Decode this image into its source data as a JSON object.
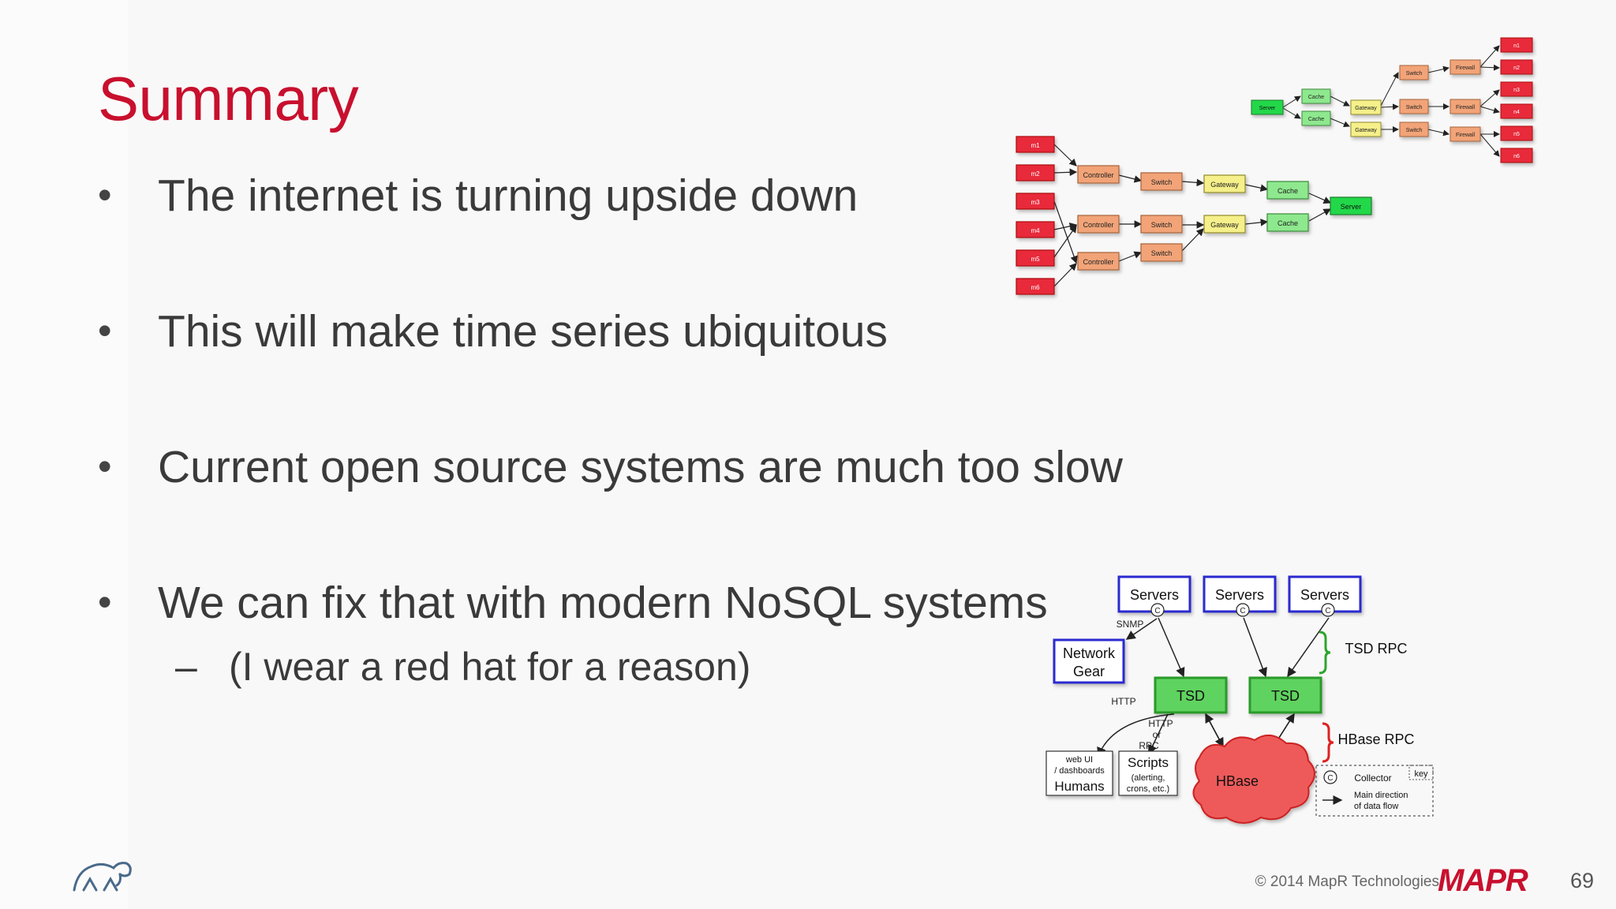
{
  "title": "Summary",
  "bullets": [
    "The internet is turning upside down",
    "This will make time series ubiquitous",
    "Current open source systems are much too slow",
    "We can fix that with modern NoSQL systems"
  ],
  "sub_bullet": "(I wear a red hat for a reason)",
  "bullet_char": "•",
  "dash_char": "–",
  "footer": {
    "copyright": "© 2014 MapR Technologies",
    "logo_text": "MAPR",
    "page_number": "69"
  },
  "network_diagram": {
    "left_tree": {
      "leaves": [
        "m1",
        "m2",
        "m3",
        "m4",
        "m5",
        "m6"
      ],
      "controllers": [
        "Controller",
        "Controller",
        "Controller"
      ],
      "switches": [
        "Switch",
        "Switch",
        "Switch"
      ],
      "gateways": [
        "Gateway",
        "Gateway"
      ],
      "caches": [
        "Cache",
        "Cache"
      ],
      "server": "Server"
    },
    "right_tree": {
      "server": "Server",
      "caches": [
        "Cache",
        "Cache"
      ],
      "gateways": [
        "Gateway",
        "Gateway"
      ],
      "switches": [
        "Switch",
        "Switch",
        "Switch"
      ],
      "firewalls": [
        "Firewall",
        "Firewall",
        "Firewall"
      ],
      "leaves": [
        "n1",
        "n2",
        "n3",
        "n4",
        "n5",
        "n6"
      ]
    }
  },
  "tsdb_diagram": {
    "servers": [
      "Servers",
      "Servers",
      "Servers"
    ],
    "collector_mark": "C",
    "snmp": "SNMP",
    "network_gear": [
      "Network",
      "Gear"
    ],
    "tsd": [
      "TSD",
      "TSD"
    ],
    "tsd_rpc": "TSD RPC",
    "http": "HTTP",
    "http_or_rpc": [
      "HTTP",
      "or",
      "RPC"
    ],
    "hbase": "HBase",
    "hbase_rpc": "HBase RPC",
    "humans": [
      "web UI",
      "/ dashboards",
      "Humans"
    ],
    "scripts": [
      "Scripts",
      "(alerting,",
      "crons, etc.)"
    ],
    "key": {
      "title": "key",
      "collector": "Collector",
      "main_flow": [
        "Main direction",
        "of data flow"
      ]
    }
  },
  "colors": {
    "title": "#c8102e",
    "leaf": "#e8293a",
    "switch": "#f2a478",
    "gateway": "#f5f08a",
    "cache": "#8ee88e",
    "server": "#22d84a",
    "tsd": "#5fd35f",
    "hbase": "#ee5a5a",
    "server_border": "#2a2ad0"
  }
}
